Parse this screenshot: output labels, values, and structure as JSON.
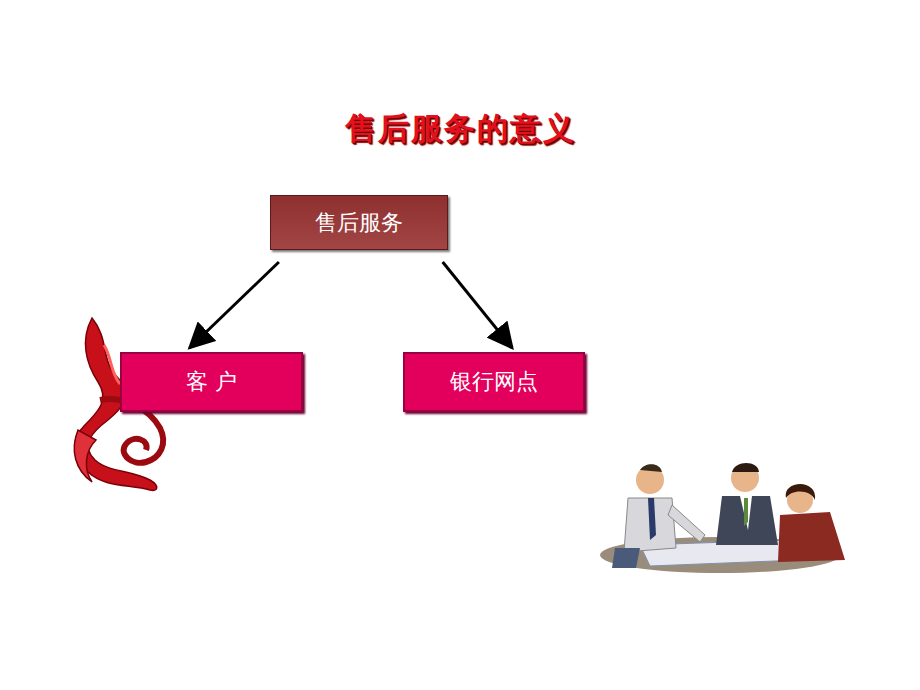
{
  "diagram": {
    "title": "售后服务的意义",
    "nodes": [
      {
        "text": [
          "售后服务"
        ]
      },
      {
        "text": [
          "客 户"
        ]
      },
      {
        "text": [
          "银行网点"
        ]
      }
    ],
    "edges": [
      {
        "from": 0,
        "to": 1,
        "arrow": "to"
      },
      {
        "from": 0,
        "to": 2,
        "arrow": "to"
      }
    ]
  }
}
